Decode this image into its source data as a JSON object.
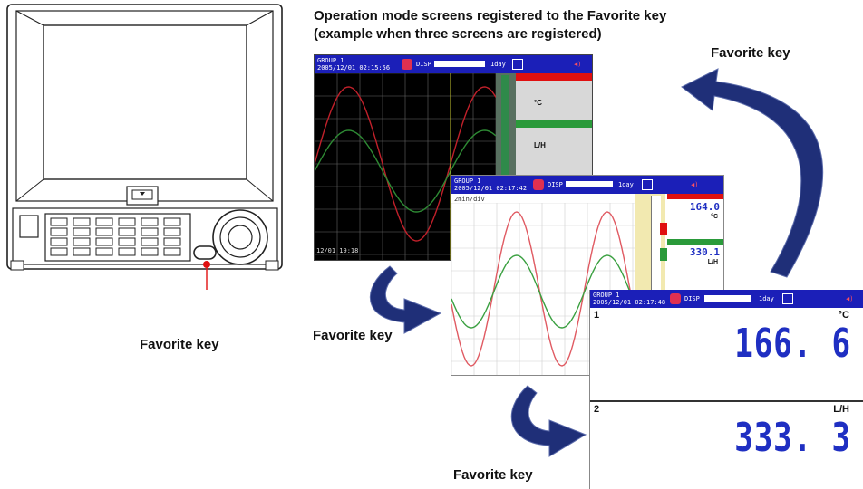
{
  "title": {
    "line1": "Operation mode screens registered to the Favorite key",
    "line2": "(example when three screens are registered)"
  },
  "labels": {
    "favorite_key_top": "Favorite key",
    "favorite_key_device": "Favorite key",
    "favorite_key_left": "Favorite key",
    "favorite_key_bottom": "Favorite key"
  },
  "screen1": {
    "group": "GROUP 1",
    "datetime": "2005/12/01 02:15:56",
    "disp": "DISP",
    "interval": "1day",
    "time_marker": "12/01 19:18",
    "ch1_unit": "°C",
    "ch2_unit": "L/H"
  },
  "screen2": {
    "group": "GROUP 1",
    "datetime": "2005/12/01 02:17:42",
    "disp": "DISP",
    "interval": "1day",
    "div_label": "2min/div",
    "ch1_value": "164.0",
    "ch1_unit": "°C",
    "ch2_value": "330.1",
    "ch2_unit": "L/H"
  },
  "screen3": {
    "group": "GROUP 1",
    "datetime": "2005/12/01 02:17:48",
    "disp": "DISP",
    "interval": "1day",
    "ch1_number": "1",
    "ch1_unit": "°C",
    "ch1_value": "166. 6",
    "ch2_number": "2",
    "ch2_unit": "L/H",
    "ch2_value": "333. 3"
  },
  "colors": {
    "header_blue": "#1b1fb8",
    "value_blue": "#1f2fc2",
    "trend_red": "#e0505a",
    "trend_green": "#3aa040",
    "arrow_navy": "#1f2f78",
    "favorite_line": "#e01010"
  }
}
